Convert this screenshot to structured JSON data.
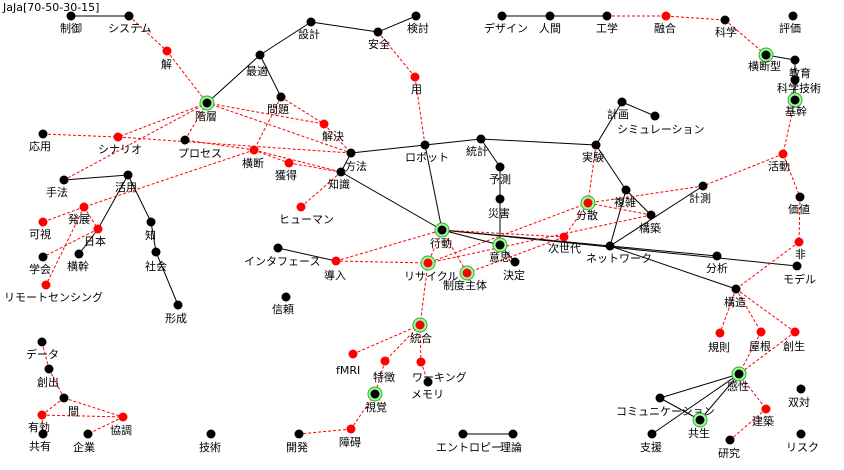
{
  "title": "JaJa[70-50-30-15]",
  "colors": {
    "node_black": "#000000",
    "node_red": "#ff0000",
    "highlight_ring": "#99ff99",
    "solid_edge": "#000000",
    "dashed_edge": "#ff0000"
  },
  "nodes": [
    {
      "id": "seigyo",
      "label": "制御",
      "color": "black"
    },
    {
      "id": "system",
      "label": "システム",
      "color": "black"
    },
    {
      "id": "sekkei",
      "label": "設計",
      "color": "black"
    },
    {
      "id": "anzen",
      "label": "安全",
      "color": "black"
    },
    {
      "id": "kento",
      "label": "検討",
      "color": "black"
    },
    {
      "id": "design",
      "label": "デザイン",
      "color": "black"
    },
    {
      "id": "ningen",
      "label": "人間",
      "color": "black"
    },
    {
      "id": "kogaku",
      "label": "工学",
      "color": "black"
    },
    {
      "id": "yugo",
      "label": "融合",
      "color": "red"
    },
    {
      "id": "kagaku",
      "label": "科学",
      "color": "black"
    },
    {
      "id": "hyoka",
      "label": "評価",
      "color": "black"
    },
    {
      "id": "kai",
      "label": "解",
      "color": "red"
    },
    {
      "id": "saiteki",
      "label": "最適",
      "color": "black"
    },
    {
      "id": "ouodangata",
      "label": "横断型",
      "color": "black",
      "highlight": true
    },
    {
      "id": "kyoiku",
      "label": "教育",
      "color": "black"
    },
    {
      "id": "kagakugijutsu",
      "label": "科学技術",
      "color": "black"
    },
    {
      "id": "you",
      "label": "用",
      "color": "red"
    },
    {
      "id": "kaisou",
      "label": "階層",
      "color": "black",
      "highlight": true
    },
    {
      "id": "mondai",
      "label": "問題",
      "color": "black"
    },
    {
      "id": "kikan",
      "label": "基幹",
      "color": "black",
      "highlight": true
    },
    {
      "id": "keikaku",
      "label": "計画",
      "color": "black"
    },
    {
      "id": "simulation",
      "label": "シミュレーション",
      "color": "black"
    },
    {
      "id": "oyo",
      "label": "応用",
      "color": "black"
    },
    {
      "id": "scenario",
      "label": "シナリオ",
      "color": "red"
    },
    {
      "id": "kaiketsu",
      "label": "解決",
      "color": "red"
    },
    {
      "id": "robot",
      "label": "ロボット",
      "color": "black"
    },
    {
      "id": "tokei",
      "label": "統計",
      "color": "black"
    },
    {
      "id": "process",
      "label": "プロセス",
      "color": "black"
    },
    {
      "id": "oudan",
      "label": "横断",
      "color": "red"
    },
    {
      "id": "houhou",
      "label": "方法",
      "color": "black"
    },
    {
      "id": "jikken",
      "label": "実験",
      "color": "black"
    },
    {
      "id": "katsudo",
      "label": "活動",
      "color": "red"
    },
    {
      "id": "kakutoku",
      "label": "獲得",
      "color": "red"
    },
    {
      "id": "yosoku",
      "label": "予測",
      "color": "black"
    },
    {
      "id": "chishiki",
      "label": "知識",
      "color": "black"
    },
    {
      "id": "shuho",
      "label": "手法",
      "color": "black"
    },
    {
      "id": "katsuyo",
      "label": "活用",
      "color": "black"
    },
    {
      "id": "keisoku",
      "label": "計測",
      "color": "black"
    },
    {
      "id": "bunsan",
      "label": "分散",
      "color": "red",
      "highlight": true
    },
    {
      "id": "fukuzatsu",
      "label": "複雑",
      "color": "black"
    },
    {
      "id": "kachi",
      "label": "価値",
      "color": "black"
    },
    {
      "id": "hatten",
      "label": "発展",
      "color": "red"
    },
    {
      "id": "human",
      "label": "ヒューマン",
      "color": "red"
    },
    {
      "id": "saigai",
      "label": "災害",
      "color": "black"
    },
    {
      "id": "kashi",
      "label": "可視",
      "color": "red"
    },
    {
      "id": "chi",
      "label": "知",
      "color": "black"
    },
    {
      "id": "kouchiku",
      "label": "構築",
      "color": "black"
    },
    {
      "id": "nihon",
      "label": "日本",
      "color": "red"
    },
    {
      "id": "kodo",
      "label": "行動",
      "color": "black",
      "highlight": true
    },
    {
      "id": "hi",
      "label": "非",
      "color": "red"
    },
    {
      "id": "interface",
      "label": "インタフェース",
      "color": "black"
    },
    {
      "id": "ishi",
      "label": "意思",
      "color": "black",
      "highlight": true
    },
    {
      "id": "jisedai",
      "label": "次世代",
      "color": "red"
    },
    {
      "id": "network",
      "label": "ネットワーク",
      "color": "black"
    },
    {
      "id": "gakkai",
      "label": "学会",
      "color": "black"
    },
    {
      "id": "oukan",
      "label": "横幹",
      "color": "black"
    },
    {
      "id": "shakai",
      "label": "社会",
      "color": "black"
    },
    {
      "id": "recycle",
      "label": "リサイクル",
      "color": "red",
      "highlight": true
    },
    {
      "id": "seido",
      "label": "制度主体",
      "color": "red",
      "highlight": true
    },
    {
      "id": "kettei",
      "label": "決定",
      "color": "black"
    },
    {
      "id": "donyu",
      "label": "導入",
      "color": "red"
    },
    {
      "id": "bunseki",
      "label": "分析",
      "color": "black"
    },
    {
      "id": "model",
      "label": "モデル",
      "color": "black"
    },
    {
      "id": "remote",
      "label": "リモートセンシング",
      "color": "red"
    },
    {
      "id": "keisei",
      "label": "形成",
      "color": "black"
    },
    {
      "id": "shinrai",
      "label": "信頼",
      "color": "black"
    },
    {
      "id": "kozo",
      "label": "構造",
      "color": "black"
    },
    {
      "id": "togo",
      "label": "統合",
      "color": "red",
      "highlight": true
    },
    {
      "id": "kisoku",
      "label": "規則",
      "color": "red"
    },
    {
      "id": "yane",
      "label": "屋根",
      "color": "red"
    },
    {
      "id": "sosei",
      "label": "創生",
      "color": "red"
    },
    {
      "id": "data",
      "label": "データ",
      "color": "black"
    },
    {
      "id": "fmri",
      "label": "fMRI",
      "color": "red"
    },
    {
      "id": "tokucho",
      "label": "特徴",
      "color": "red"
    },
    {
      "id": "working",
      "label": "ワーキング",
      "color": "red"
    },
    {
      "id": "memory",
      "label": "メモリ",
      "color": "black"
    },
    {
      "id": "kansei",
      "label": "感性",
      "color": "black",
      "highlight": true
    },
    {
      "id": "soshutsu",
      "label": "創出",
      "color": "black"
    },
    {
      "id": "shikaku",
      "label": "視覚",
      "color": "black",
      "highlight": true
    },
    {
      "id": "sotai",
      "label": "双対",
      "color": "black"
    },
    {
      "id": "communication",
      "label": "コミュニケーション",
      "color": "black"
    },
    {
      "id": "ma",
      "label": "間",
      "color": "black"
    },
    {
      "id": "yuko",
      "label": "有効",
      "color": "red"
    },
    {
      "id": "kyocho",
      "label": "協調",
      "color": "red"
    },
    {
      "id": "kenchiku",
      "label": "建築",
      "color": "red"
    },
    {
      "id": "kyosei",
      "label": "共生",
      "color": "black",
      "highlight": true
    },
    {
      "id": "kyoyu",
      "label": "共有",
      "color": "black"
    },
    {
      "id": "kigyo",
      "label": "企業",
      "color": "black"
    },
    {
      "id": "gijutsu",
      "label": "技術",
      "color": "black"
    },
    {
      "id": "kaihatsu",
      "label": "開発",
      "color": "black"
    },
    {
      "id": "shogai",
      "label": "障碍",
      "color": "red"
    },
    {
      "id": "entropy",
      "label": "エントロピー",
      "color": "black"
    },
    {
      "id": "riron",
      "label": "理論",
      "color": "black"
    },
    {
      "id": "shien",
      "label": "支援",
      "color": "black"
    },
    {
      "id": "kenkyu",
      "label": "研究",
      "color": "black"
    },
    {
      "id": "risk",
      "label": "リスク",
      "color": "black"
    }
  ],
  "edges_solid": [
    [
      "seigyo",
      "system"
    ],
    [
      "sekkei",
      "saiteki"
    ],
    [
      "sekkei",
      "anzen"
    ],
    [
      "anzen",
      "kento"
    ],
    [
      "design",
      "ningen"
    ],
    [
      "ningen",
      "kogaku"
    ],
    [
      "saiteki",
      "kaisou"
    ],
    [
      "saiteki",
      "mondai"
    ],
    [
      "ouodangata",
      "kyoiku"
    ],
    [
      "kyoiku",
      "kagakugijutsu"
    ],
    [
      "kagakugijutsu",
      "kikan"
    ],
    [
      "keikaku",
      "simulation"
    ],
    [
      "keikaku",
      "jikken"
    ],
    [
      "robot",
      "kodo"
    ],
    [
      "houhou",
      "robot"
    ],
    [
      "robot",
      "tokei"
    ],
    [
      "tokei",
      "jikken"
    ],
    [
      "tokei",
      "yosoku"
    ],
    [
      "houhou",
      "chishiki"
    ],
    [
      "chishiki",
      "kodo"
    ],
    [
      "jikken",
      "fukuzatsu"
    ],
    [
      "fukuzatsu",
      "kouchiku"
    ],
    [
      "fukuzatsu",
      "network"
    ],
    [
      "keisoku",
      "network"
    ],
    [
      "yosoku",
      "saigai"
    ],
    [
      "saigai",
      "ishi"
    ],
    [
      "ishi",
      "kettei"
    ],
    [
      "kodo",
      "ishi"
    ],
    [
      "kodo",
      "network"
    ],
    [
      "kodo",
      "model"
    ],
    [
      "network",
      "bunseki"
    ],
    [
      "network",
      "kozo"
    ],
    [
      "shuho",
      "katsuyo"
    ],
    [
      "katsuyo",
      "nihon"
    ],
    [
      "katsuyo",
      "chi"
    ],
    [
      "chi",
      "shakai"
    ],
    [
      "shakai",
      "keisei"
    ],
    [
      "nihon",
      "oukan"
    ],
    [
      "interface",
      "donyu"
    ],
    [
      "communication",
      "kansei"
    ],
    [
      "kansei",
      "kyosei"
    ],
    [
      "kansei",
      "shien"
    ],
    [
      "kyosei",
      "communication"
    ],
    [
      "entropy",
      "riron"
    ]
  ],
  "edges_dashed": [
    [
      "system",
      "kai"
    ],
    [
      "kai",
      "kaisou"
    ],
    [
      "kogaku",
      "yugo"
    ],
    [
      "yugo",
      "kagaku"
    ],
    [
      "kagaku",
      "ouodangata"
    ],
    [
      "anzen",
      "you"
    ],
    [
      "you",
      "robot"
    ],
    [
      "kaisou",
      "scenario"
    ],
    [
      "kaisou",
      "kaiketsu"
    ],
    [
      "kaisou",
      "houhou"
    ],
    [
      "kaisou",
      "process"
    ],
    [
      "kaisou",
      "shuho"
    ],
    [
      "oyo",
      "scenario"
    ],
    [
      "scenario",
      "houhou"
    ],
    [
      "mondai",
      "oudan"
    ],
    [
      "mondai",
      "kaiketsu"
    ],
    [
      "kaiketsu",
      "houhou"
    ],
    [
      "oudan",
      "hatten"
    ],
    [
      "oudan",
      "kakutoku"
    ],
    [
      "oudan",
      "chishiki"
    ],
    [
      "oudan",
      "process"
    ],
    [
      "kakutoku",
      "chishiki"
    ],
    [
      "kikan",
      "katsudo"
    ],
    [
      "katsudo",
      "kachi"
    ],
    [
      "katsudo",
      "keisoku"
    ],
    [
      "keisoku",
      "bunsan"
    ],
    [
      "jikken",
      "bunsan"
    ],
    [
      "bunsan",
      "jisedai"
    ],
    [
      "bunsan",
      "recycle"
    ],
    [
      "kouchiku",
      "recycle"
    ],
    [
      "kouchiku",
      "bunsan"
    ],
    [
      "chishiki",
      "human"
    ],
    [
      "hatten",
      "nihon"
    ],
    [
      "hatten",
      "kashi"
    ],
    [
      "nihon",
      "gakkai"
    ],
    [
      "hatten",
      "remote"
    ],
    [
      "hi",
      "kozo"
    ],
    [
      "kachi",
      "hi"
    ],
    [
      "kodo",
      "recycle"
    ],
    [
      "kodo",
      "seido"
    ],
    [
      "recycle",
      "donyu"
    ],
    [
      "seido",
      "jisedai"
    ],
    [
      "recycle",
      "togo"
    ],
    [
      "donyu",
      "kodo"
    ],
    [
      "jisedai",
      "kodo"
    ],
    [
      "togo",
      "fmri"
    ],
    [
      "togo",
      "tokucho"
    ],
    [
      "togo",
      "working"
    ],
    [
      "tokucho",
      "shikaku"
    ],
    [
      "working",
      "memory"
    ],
    [
      "shikaku",
      "shogai"
    ],
    [
      "shogai",
      "kaihatsu"
    ],
    [
      "kozo",
      "kisoku"
    ],
    [
      "kozo",
      "yane"
    ],
    [
      "kozo",
      "sosei"
    ],
    [
      "yane",
      "kansei"
    ],
    [
      "sosei",
      "kansei"
    ],
    [
      "kansei",
      "kenchiku"
    ],
    [
      "kenchiku",
      "kenkyu"
    ],
    [
      "data",
      "soshutsu"
    ],
    [
      "soshutsu",
      "ma"
    ],
    [
      "ma",
      "kyocho"
    ],
    [
      "ma",
      "yuko"
    ],
    [
      "yuko",
      "kyocho"
    ],
    [
      "yuko",
      "kyoyu"
    ],
    [
      "kyocho",
      "kigyo"
    ]
  ]
}
